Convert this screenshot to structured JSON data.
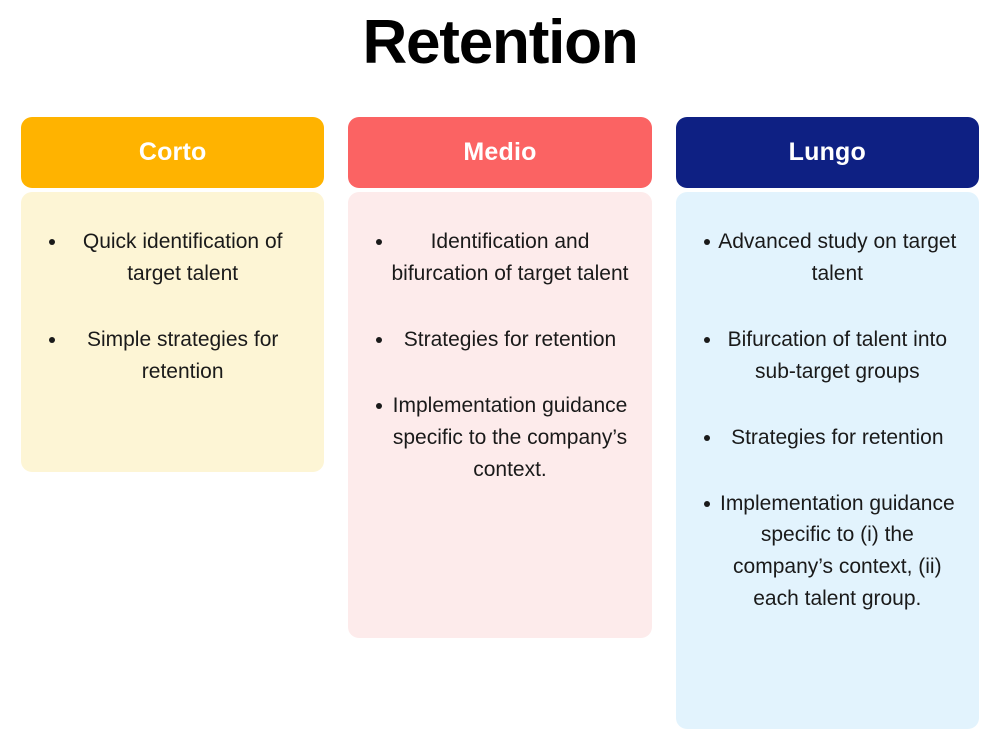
{
  "title": "Retention",
  "colors": {
    "page_background": "#ffffff",
    "title_text": "#000000",
    "body_text": "#1a1a1a",
    "corto_header": "#FFB300",
    "corto_body": "#FDF5D5",
    "medio_header": "#FB6363",
    "medio_body": "#FDEBEB",
    "lungo_header": "#0E2083",
    "lungo_body": "#E2F3FD",
    "header_label_text": "#ffffff"
  },
  "columns": [
    {
      "header": "Corto",
      "bullets": [
        "Quick identification of target talent",
        "Simple strategies for retention"
      ]
    },
    {
      "header": "Medio",
      "bullets": [
        "Identification and bifurcation of target talent",
        "Strategies for retention",
        "Implementation guidance specific to the company’s context."
      ]
    },
    {
      "header": "Lungo",
      "bullets": [
        "Advanced study on target talent",
        "Bifurcation of talent into sub-target groups",
        "Strategies for retention",
        "Implementation guidance specific to (i) the company’s context, (ii) each talent group."
      ]
    }
  ]
}
